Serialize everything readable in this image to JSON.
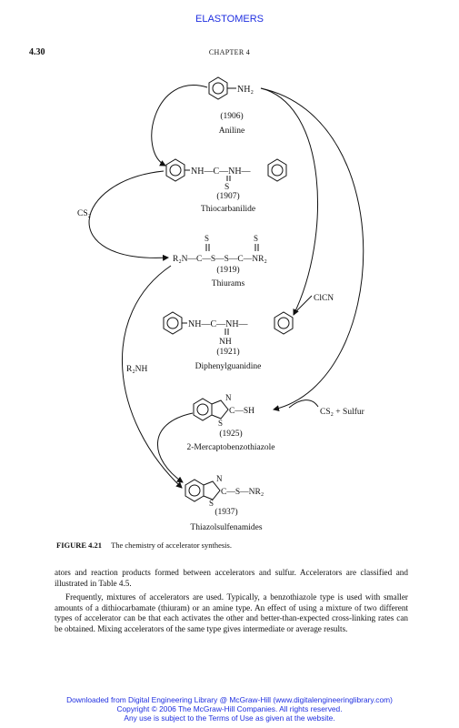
{
  "header": {
    "running_title": "ELASTOMERS",
    "page_number": "4.30",
    "chapter": "CHAPTER 4"
  },
  "figure": {
    "compounds": [
      {
        "year": "(1906)",
        "name": "Aniline"
      },
      {
        "year": "(1907)",
        "name": "Thiocarbanilide"
      },
      {
        "year": "(1919)",
        "name": "Thiurams"
      },
      {
        "year": "(1921)",
        "name": "Diphenylguanidine"
      },
      {
        "year": "(1925)",
        "name": "2-Mercaptobenzothiazole"
      },
      {
        "year": "(1937)",
        "name": "Thiazolsulfenamides"
      }
    ],
    "reagents": {
      "cs2": "CS₂",
      "clcn": "ClCN",
      "r2nh": "R₂NH",
      "cs2_sulfur": "CS₂ + Sulfur"
    },
    "caption_label": "FIGURE 4.21",
    "caption_text": "The chemistry of accelerator synthesis."
  },
  "body": {
    "paragraph1": "ators and reaction products formed between accelerators and sulfur. Accelerators are classified and illustrated in Table 4.5.",
    "paragraph2": "Frequently, mixtures of accelerators are used. Typically, a benzothiazole type is used with smaller amounts of a dithiocarbamate (thiuram) or an amine type. An effect of using a mixture of two different types of accelerator can be that each activates the other and better-than-expected cross-linking rates can be obtained. Mixing accelerators of the same type gives intermediate or average results."
  },
  "footer": {
    "line1": "Downloaded from Digital Engineering Library @ McGraw-Hill (www.digitalengineeringlibrary.com)",
    "line2": "Copyright © 2006 The McGraw-Hill Companies. All rights reserved.",
    "line3": "Any use is subject to the Terms of Use as given at the website."
  }
}
